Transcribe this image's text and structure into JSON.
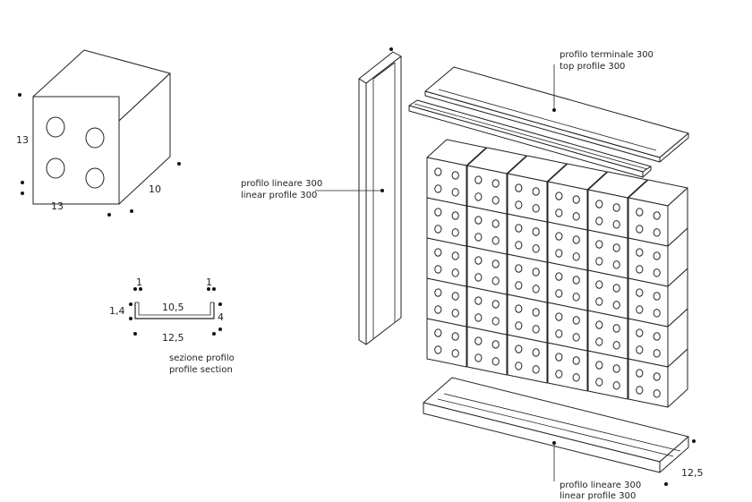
{
  "cube": {
    "dim_height": "13",
    "dim_width": "13",
    "dim_depth": "10"
  },
  "section": {
    "dim_flange_left": "1",
    "dim_flange_right": "1",
    "dim_lip": "1,4",
    "dim_inner": "10,5",
    "dim_height": "4",
    "dim_outer": "12,5",
    "caption_it": "sezione profilo",
    "caption_en": "profile section"
  },
  "labels": {
    "vertical_it": "profilo lineare 300",
    "vertical_en": "linear profile 300",
    "top_it": "profilo terminale 300",
    "top_en": "top profile 300",
    "bottom_it": "profilo lineare 300",
    "bottom_en": "linear profile 300",
    "bottom_dim": "12,5"
  },
  "wall": {
    "columns": 6,
    "rows": 5
  }
}
